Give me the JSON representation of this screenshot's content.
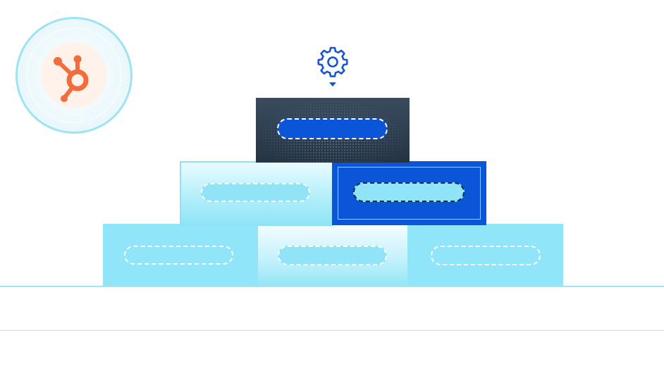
{
  "colors": {
    "accent_blue": "#0b55d9",
    "light_cyan": "#90e6f8",
    "dark_slate": "#2b3b4e",
    "hubspot_orange": "#f26d3d",
    "badge_ring": "#9ee3f3"
  },
  "icons": {
    "badge": "hubspot-sprocket-icon",
    "top": "gear-icon",
    "caret": "caret-down-icon"
  },
  "blocks": [
    {
      "name": "top",
      "style": "dark-dotted"
    },
    {
      "name": "middle-left",
      "style": "light-gradient"
    },
    {
      "name": "middle-right",
      "style": "blue-highlighted"
    },
    {
      "name": "bottom-left",
      "style": "light-cyan"
    },
    {
      "name": "bottom-middle",
      "style": "light-gradient"
    },
    {
      "name": "bottom-right",
      "style": "light-cyan"
    }
  ]
}
